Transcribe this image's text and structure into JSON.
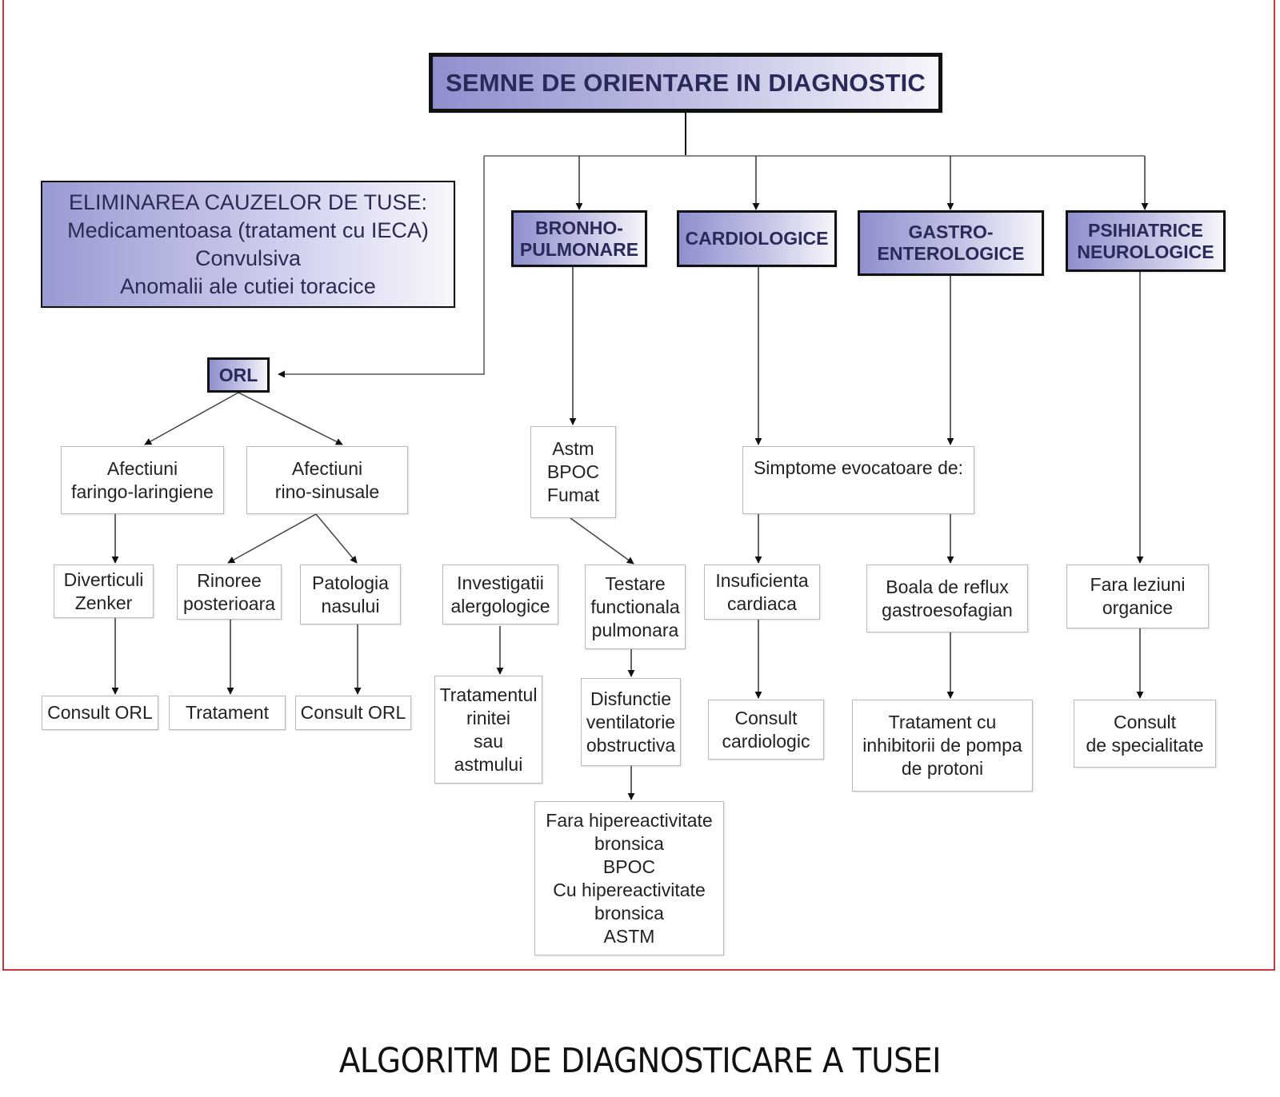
{
  "diagram": {
    "caption": "ALGORITM DE DIAGNOSTICARE A TUSEI",
    "colors": {
      "frame": "#c8383c",
      "header_gradient_start": "#8f8fce",
      "header_gradient_end": "#f6f6fb",
      "header_text": "#2a2a5a",
      "connector": "#222222"
    },
    "nodes": {
      "root": {
        "lines": [
          "SEMNE DE ORIENTARE IN DIAGNOSTIC"
        ]
      },
      "elim": {
        "lines": [
          "ELIMINAREA CAUZELOR DE TUSE:",
          "Medicamentoasa (tratament cu IECA)",
          "Convulsiva",
          "Anomalii ale cutiei toracice"
        ]
      },
      "bronho": {
        "lines": [
          "BRONHO-",
          "PULMONARE"
        ]
      },
      "cardio": {
        "lines": [
          "CARDIOLOGICE"
        ]
      },
      "gastro": {
        "lines": [
          "GASTRO-",
          "ENTEROLOGICE"
        ]
      },
      "psih": {
        "lines": [
          "PSIHIATRICE",
          "NEUROLOGICE"
        ]
      },
      "orl": {
        "lines": [
          "ORL"
        ]
      },
      "afect_faringo": {
        "lines": [
          "Afectiuni",
          "faringo-laringiene"
        ]
      },
      "afect_rino": {
        "lines": [
          "Afectiuni",
          "rino-sinusale"
        ]
      },
      "divert": {
        "lines": [
          "Diverticuli",
          "Zenker"
        ]
      },
      "rinoree": {
        "lines": [
          "Rinoree",
          "posterioara"
        ]
      },
      "patologia": {
        "lines": [
          "Patologia",
          "nasului"
        ]
      },
      "consult_orl_1": {
        "lines": [
          "Consult ORL"
        ]
      },
      "tratament": {
        "lines": [
          "Tratament"
        ]
      },
      "consult_orl_2": {
        "lines": [
          "Consult ORL"
        ]
      },
      "astm": {
        "lines": [
          "Astm",
          "BPOC",
          "Fumat"
        ]
      },
      "investigatii": {
        "lines": [
          "Investigatii",
          "alergologice"
        ]
      },
      "testare": {
        "lines": [
          "Testare",
          "functionala",
          "pulmonara"
        ]
      },
      "trat_rinitei": {
        "lines": [
          "Tratamentul",
          "rinitei",
          "sau",
          "astmului"
        ]
      },
      "disfunctie": {
        "lines": [
          "Disfunctie",
          "ventilatorie",
          "obstructiva"
        ]
      },
      "fara_hiper": {
        "lines": [
          "Fara hipereactivitate",
          "bronsica",
          "BPOC",
          "Cu hipereactivitate",
          "bronsica",
          "ASTM"
        ]
      },
      "simptome": {
        "lines": [
          "Simptome evocatoare de:"
        ]
      },
      "insuf": {
        "lines": [
          "Insuficienta",
          "cardiaca"
        ]
      },
      "boala": {
        "lines": [
          "Boala de reflux",
          "gastroesofagian"
        ]
      },
      "consult_cardio": {
        "lines": [
          "Consult",
          "cardiologic"
        ]
      },
      "trat_ipp": {
        "lines": [
          "Tratament cu",
          "inhibitorii de pompa",
          "de protoni"
        ]
      },
      "fara_leziuni": {
        "lines": [
          "Fara leziuni",
          "organice"
        ]
      },
      "consult_spec": {
        "lines": [
          "Consult",
          "de specialitate"
        ]
      }
    },
    "edges": [
      [
        "root",
        "bronho"
      ],
      [
        "root",
        "cardio"
      ],
      [
        "root",
        "gastro"
      ],
      [
        "root",
        "psih"
      ],
      [
        "root",
        "orl"
      ],
      [
        "orl",
        "afect_faringo"
      ],
      [
        "orl",
        "afect_rino"
      ],
      [
        "afect_faringo",
        "divert"
      ],
      [
        "afect_rino",
        "rinoree"
      ],
      [
        "afect_rino",
        "patologia"
      ],
      [
        "divert",
        "consult_orl_1"
      ],
      [
        "rinoree",
        "tratament"
      ],
      [
        "patologia",
        "consult_orl_2"
      ],
      [
        "bronho",
        "astm"
      ],
      [
        "astm",
        "testare"
      ],
      [
        "investigatii",
        "trat_rinitei"
      ],
      [
        "testare",
        "disfunctie"
      ],
      [
        "disfunctie",
        "fara_hiper"
      ],
      [
        "cardio",
        "simptome"
      ],
      [
        "gastro",
        "simptome"
      ],
      [
        "simptome",
        "insuf"
      ],
      [
        "simptome",
        "boala"
      ],
      [
        "insuf",
        "consult_cardio"
      ],
      [
        "boala",
        "trat_ipp"
      ],
      [
        "psih",
        "fara_leziuni"
      ],
      [
        "fara_leziuni",
        "consult_spec"
      ]
    ]
  }
}
